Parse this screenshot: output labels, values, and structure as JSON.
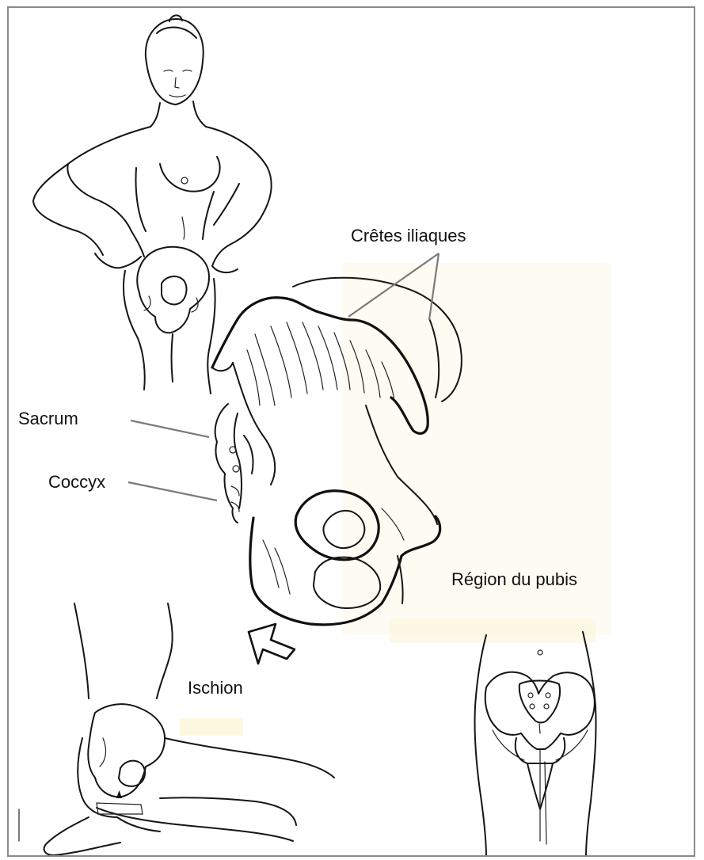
{
  "labels": {
    "iliac_crests": "Crêtes iliaques",
    "sacrum": "Sacrum",
    "coccyx": "Coccyx",
    "pubis_region": "Région du pubis",
    "ischium": "Ischion"
  },
  "colors": {
    "ink": "#151515",
    "leader": "#7a7a7a",
    "frame": "#8a8a8a",
    "paper_tint": "#fbf7e4"
  }
}
